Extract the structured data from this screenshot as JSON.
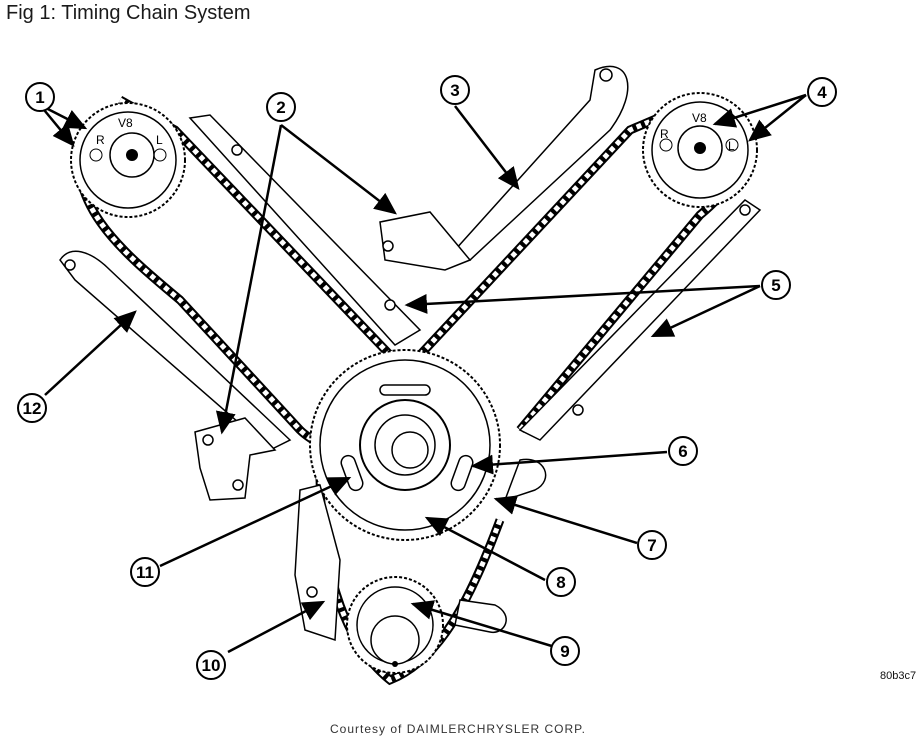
{
  "figure": {
    "title": "Fig 1: Timing Chain System",
    "image_id": "80b3c7",
    "copyright": "Courtesy of DAIMLERCHRYSLER CORP."
  },
  "sprocket_labels": {
    "right_cam": {
      "engine": "V8",
      "side_r": "R",
      "side_l": "L"
    },
    "left_cam": {
      "engine": "V8",
      "side_r": "R",
      "side_l": "L"
    }
  },
  "callouts": [
    "1",
    "2",
    "3",
    "4",
    "5",
    "6",
    "7",
    "8",
    "9",
    "10",
    "11",
    "12"
  ]
}
